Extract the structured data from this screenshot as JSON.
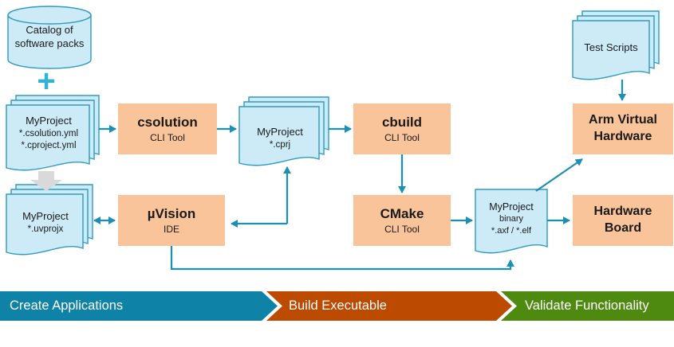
{
  "colors": {
    "doc_fill": "#CDEAF7",
    "doc_border": "#2E9BC1",
    "box_fill": "#F9C499",
    "arrow": "#1E8FB4",
    "block_arrow": "#D9D9D9",
    "plus": "#2FB3D6",
    "text": "#1A1A1A",
    "banner_text": "#FFFFFF"
  },
  "nodes": {
    "catalog": {
      "label": "Catalog of\nsoftware packs"
    },
    "plus": {
      "glyph": "+"
    },
    "yml_doc": {
      "title": "MyProject",
      "line1": "*.csolution.yml",
      "line2": "*.cproject.yml"
    },
    "csolution": {
      "title": "csolution",
      "subtitle": "CLI Tool"
    },
    "cprj_doc": {
      "title": "MyProject",
      "line1": "*.cprj"
    },
    "cbuild": {
      "title": "cbuild",
      "subtitle": "CLI Tool"
    },
    "cmake": {
      "title": "CMake",
      "subtitle": "CLI Tool"
    },
    "uvision": {
      "title": "µVision",
      "subtitle": "IDE"
    },
    "uvprojx_doc": {
      "title": "MyProject",
      "line1": "*.uvprojx"
    },
    "binary_doc": {
      "title": "MyProject",
      "line1": "binary",
      "line2": "*.axf / *.elf"
    },
    "test_scripts": {
      "title": "Test Scripts"
    },
    "avh": {
      "title": "Arm Virtual\nHardware"
    },
    "hw_board": {
      "title": "Hardware\nBoard"
    }
  },
  "banner": {
    "stages": [
      {
        "label": "Create Applications",
        "color": "#0E83A7"
      },
      {
        "label": "Build Executable",
        "color": "#BC4A00"
      },
      {
        "label": "Validate Functionality",
        "color": "#4E8A10"
      }
    ]
  }
}
